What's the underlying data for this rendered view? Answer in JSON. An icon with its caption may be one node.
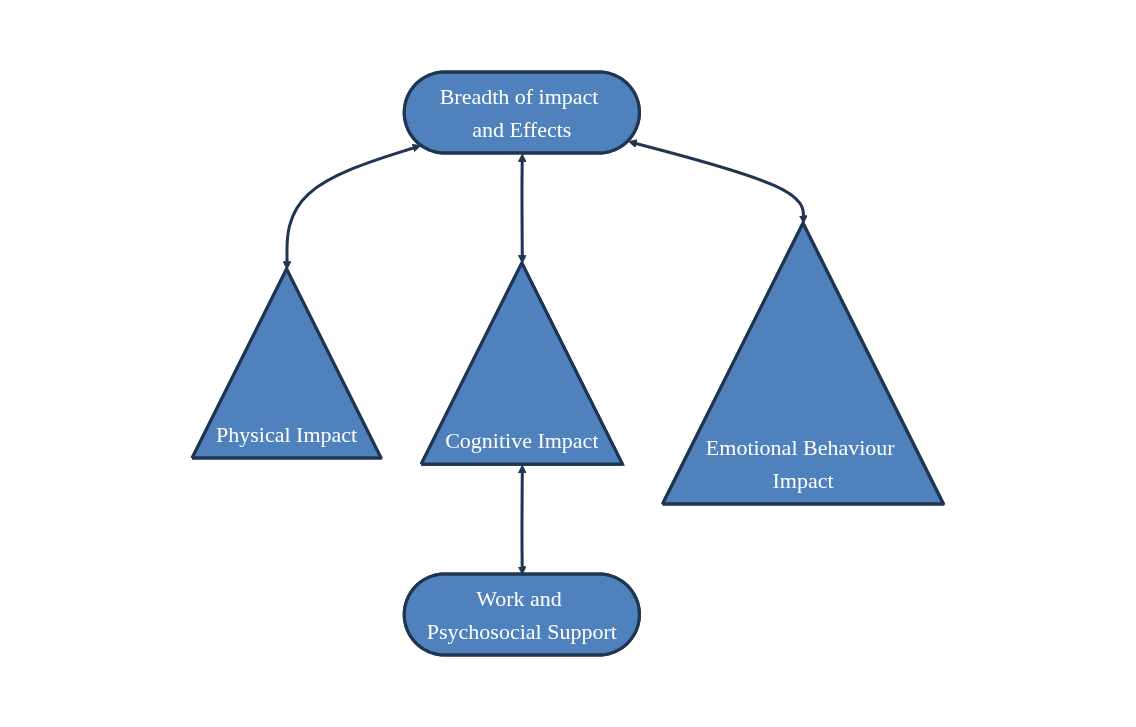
{
  "diagram": {
    "nodes": [
      {
        "text": [
          "Breadth of impact and Effects"
        ]
      },
      {
        "text": [
          "Physical Impact"
        ]
      },
      {
        "text": [
          "Cognitive Impact"
        ]
      },
      {
        "text": [
          "Emotional Behaviour Impact"
        ]
      },
      {
        "text": [
          "Work and Psychosocial Support"
        ]
      }
    ],
    "edges": [
      {
        "from": 0,
        "to": 1,
        "arrow": "both"
      },
      {
        "from": 0,
        "to": 2,
        "arrow": "both"
      },
      {
        "from": 0,
        "to": 3,
        "arrow": "both"
      },
      {
        "from": 2,
        "to": 4,
        "arrow": "both"
      }
    ]
  }
}
